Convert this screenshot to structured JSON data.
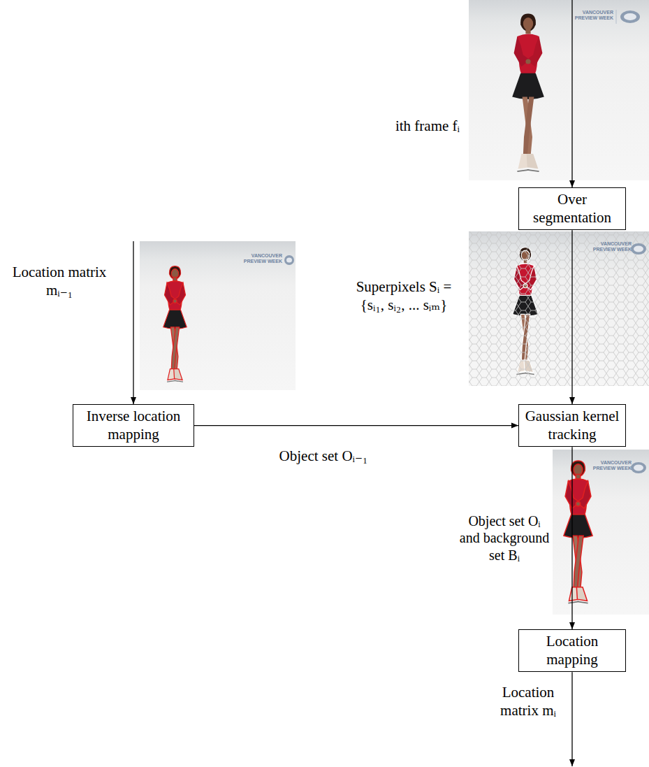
{
  "diagram": {
    "nodes": [
      {
        "text": [
          "Over segmentation"
        ]
      },
      {
        "text": [
          "Inverse location mapping"
        ]
      },
      {
        "text": [
          "Gaussian kernel tracking"
        ]
      },
      {
        "text": [
          "Location mapping"
        ]
      }
    ],
    "edges": [
      {
        "from": 0,
        "to": 2,
        "arrow": "to",
        "label": "Superpixels Sᵢ = {sᵢ₁, sᵢ₂, ... sᵢₘ}"
      },
      {
        "from": 1,
        "to": 2,
        "arrow": "to",
        "label": "Object set Oᵢ₋₁"
      },
      {
        "from": 2,
        "to": 3,
        "arrow": "to",
        "label": "Object set Oᵢ and background set Bᵢ"
      }
    ],
    "labels": [
      "VANCOUVER PREVIEW WEEK",
      "ith frame fᵢ",
      "Location matrix mᵢ₋₁",
      "VANCOUVER PREVIEW WEEK",
      "VANCOUVER PREVIEW WEEK",
      "VANCOUVER PREVIEW WEEK",
      "Location matrix mᵢ"
    ]
  }
}
